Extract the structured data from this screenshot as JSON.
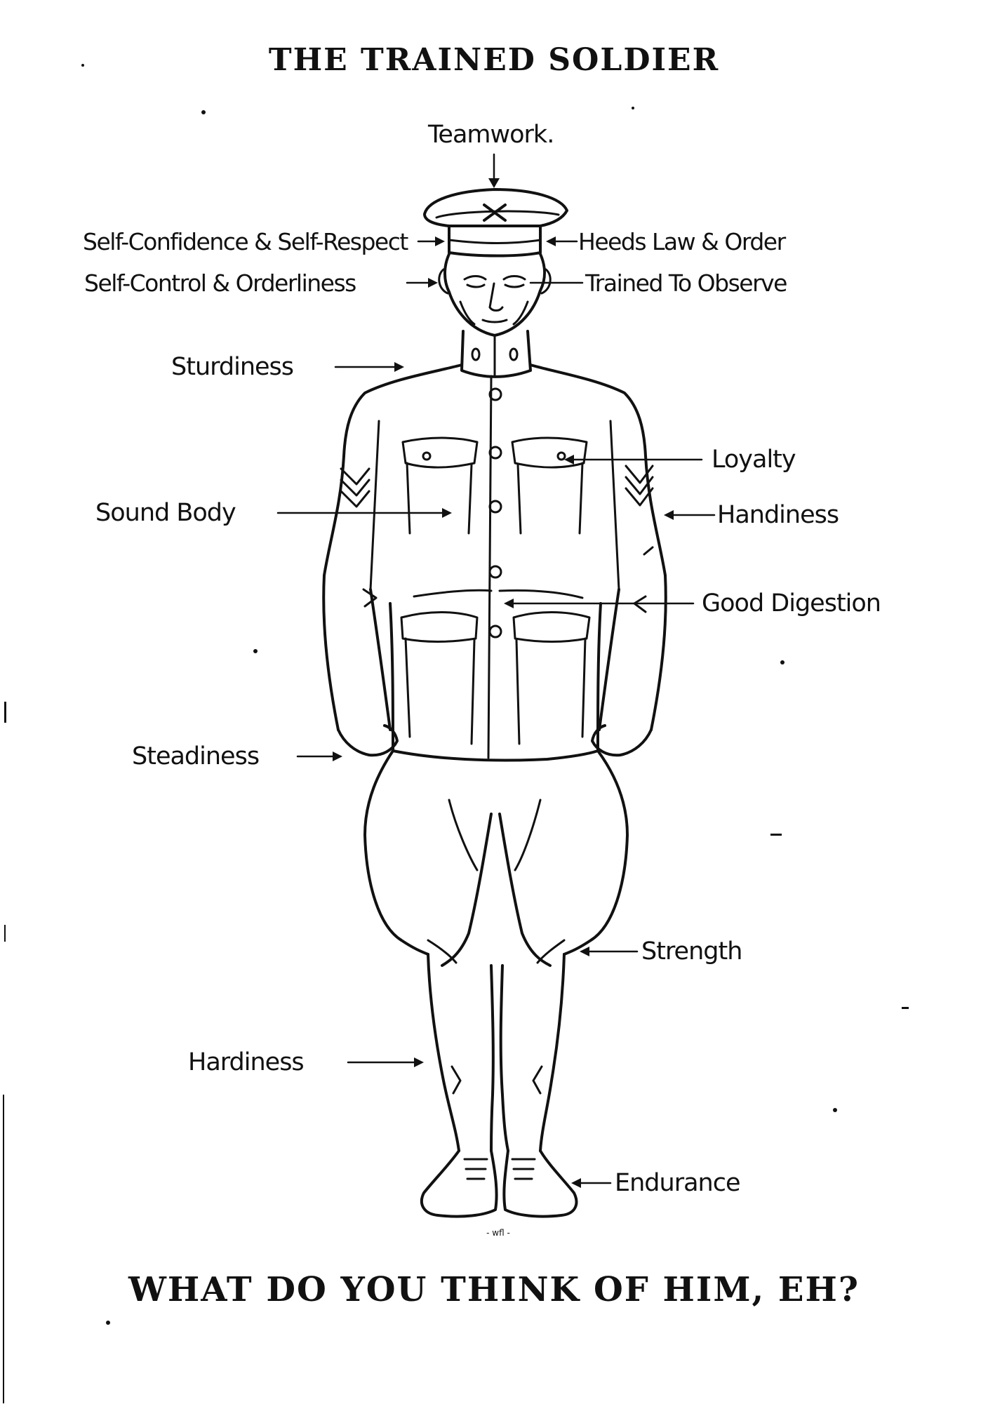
{
  "title": "THE TRAINED SOLDIER",
  "footer": "WHAT DO YOU THINK OF HIM, EH?",
  "signature": "- wfl -",
  "labels": {
    "teamwork": "Teamwork.",
    "self_confidence": "Self-Confidence & Self-Respect",
    "self_control": "Self-Control & Orderliness",
    "heeds_law": "Heeds Law & Order",
    "trained_observe": "Trained To Observe",
    "sturdiness": "Sturdiness",
    "loyalty": "Loyalty",
    "sound_body": "Sound Body",
    "handiness": "Handiness",
    "good_digestion": "Good Digestion",
    "steadiness": "Steadiness",
    "strength": "Strength",
    "hardiness": "Hardiness",
    "endurance": "Endurance"
  }
}
